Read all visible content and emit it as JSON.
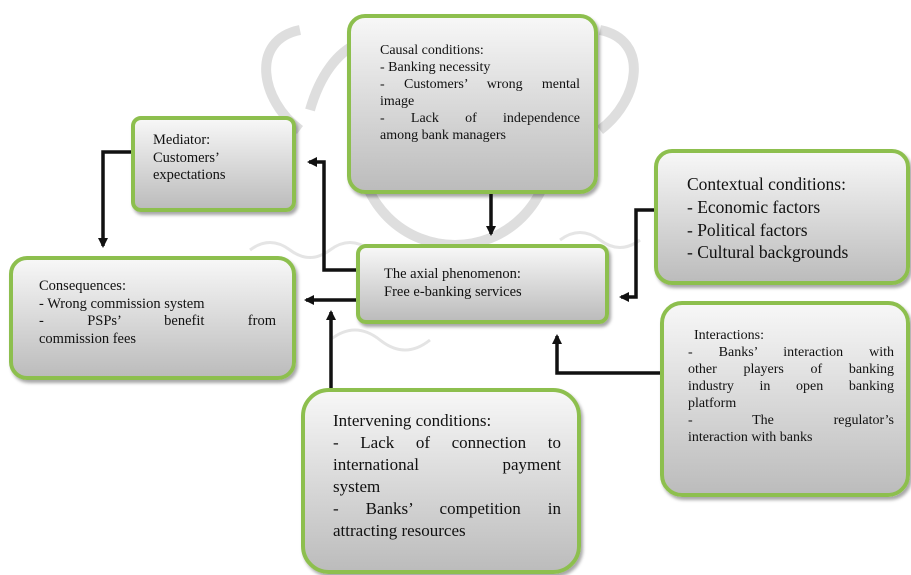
{
  "mediator": {
    "line1": "Mediator:",
    "line2": "Customers’",
    "line3": "expectations"
  },
  "causal": {
    "title": "Causal conditions:",
    "l1": "- Banking necessity",
    "l2a": "- Customers’ wrong mental",
    "l2b": "image",
    "l3a": "- Lack of independence",
    "l3b": "among bank managers"
  },
  "contextual": {
    "title": "Contextual conditions:",
    "l1": "- Economic factors",
    "l2": "- Political factors",
    "l3": "- Cultural backgrounds"
  },
  "axial": {
    "line1": "The axial phenomenon:",
    "line2": "Free e-banking services"
  },
  "consequences": {
    "title": "Consequences:",
    "l1": "- Wrong commission system",
    "l2a": "- PSPs’ benefit from",
    "l2b": "commission fees"
  },
  "interactions": {
    "title": "Interactions:",
    "l1a": "- Banks’ interaction with",
    "l1b": "other players of banking",
    "l1c": "industry in open banking",
    "l1d": "platform",
    "l2a": "- The regulator’s",
    "l2b": "interaction with banks"
  },
  "intervening": {
    "title": "Intervening conditions:",
    "l1a": "- Lack of connection to",
    "l1b": "international payment",
    "l1c": "system",
    "l2a": "- Banks’ competition in",
    "l2b": "attracting resources"
  },
  "colors": {
    "border": "#8dbf4e",
    "fill_top": "#f7f7f7",
    "fill_bottom": "#bcbcbc",
    "arrow": "#111111"
  }
}
